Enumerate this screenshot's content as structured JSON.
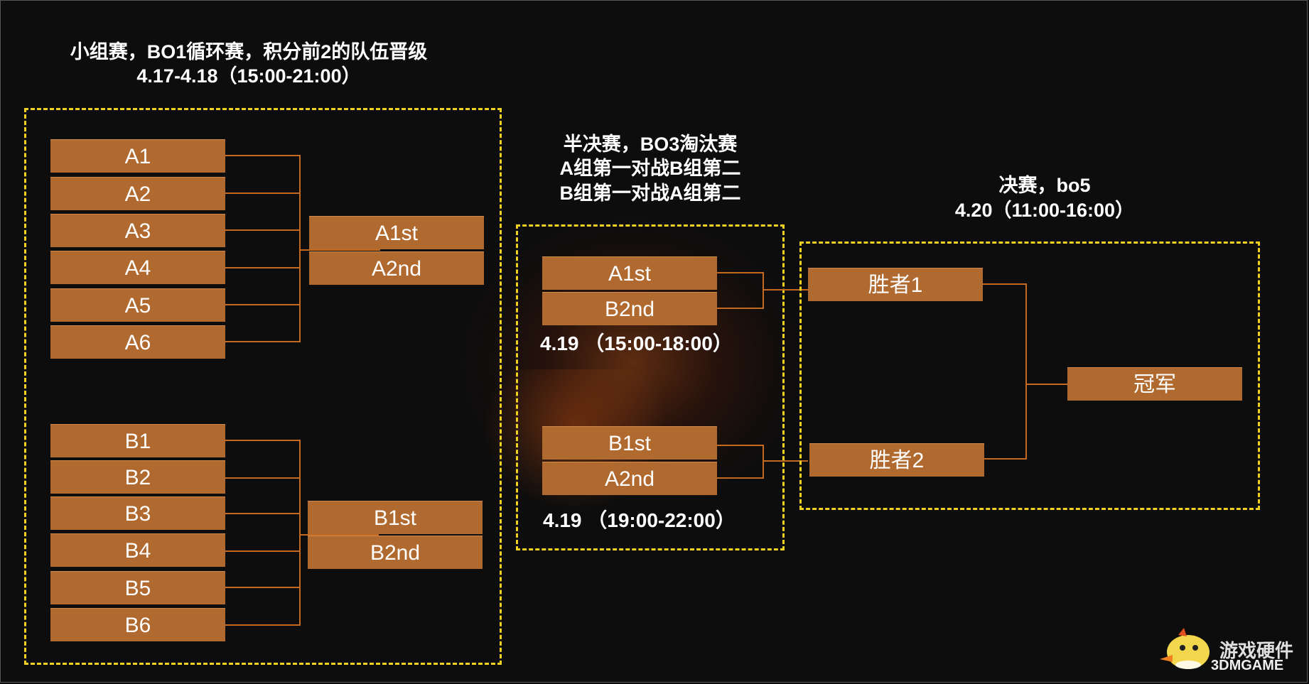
{
  "group_stage": {
    "title_line1": "小组赛，BO1循环赛，积分前2的队伍晋级",
    "title_line2": "4.17-4.18（15:00-21:00）",
    "group_a": [
      "A1",
      "A2",
      "A3",
      "A4",
      "A5",
      "A6"
    ],
    "group_b": [
      "B1",
      "B2",
      "B3",
      "B4",
      "B5",
      "B6"
    ],
    "a_result": [
      "A1st",
      "A2nd"
    ],
    "b_result": [
      "B1st",
      "B2nd"
    ]
  },
  "semifinal": {
    "title_line1": "半决赛，BO3淘汰赛",
    "title_line2": "A组第一对战B组第二",
    "title_line3": "B组第一对战A组第二",
    "match1": [
      "A1st",
      "B2nd"
    ],
    "match1_date": "4.19 （15:00-18:00）",
    "match2": [
      "B1st",
      "A2nd"
    ],
    "match2_date": "4.19 （19:00-22:00）"
  },
  "final": {
    "title_line1": "决赛，bo5",
    "title_line2": "4.20（11:00-16:00）",
    "winner1": "胜者1",
    "winner2": "胜者2",
    "champion": "冠军"
  },
  "watermark": {
    "line1": "游戏硬件",
    "line2": "3DMGAME"
  },
  "colors": {
    "box": "#b06a30",
    "connector": "#c46a20",
    "dashed_border": "#f0d020",
    "background": "#0d0d0d"
  }
}
